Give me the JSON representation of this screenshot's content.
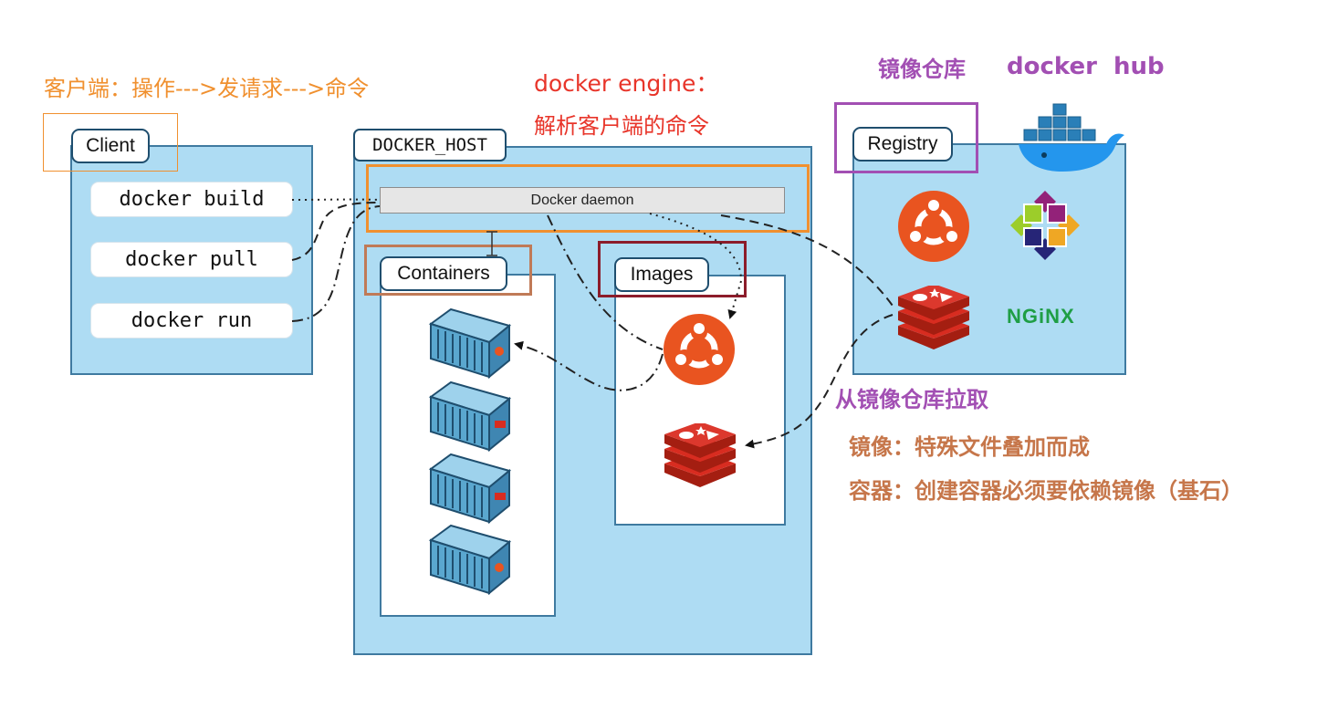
{
  "notes": {
    "client_note": "客户端：操作--->发请求--->命令",
    "engine_title": "docker engine：",
    "engine_desc": "解析客户端的命令",
    "registry_note": "镜像仓库",
    "docker_hub": "docker  hub",
    "images_note": "镜像",
    "containers_note": "容器",
    "pull_note": "从镜像仓库拉取",
    "image_def": "镜像：特殊文件叠加而成",
    "container_def": "容器：创建容器必须要依赖镜像（基石）"
  },
  "client": {
    "label": "Client",
    "commands": [
      "docker build",
      "docker pull",
      "docker run"
    ]
  },
  "host": {
    "label": "DOCKER_HOST",
    "daemon": "Docker daemon",
    "containers_label": "Containers",
    "images_label": "Images"
  },
  "registry": {
    "label": "Registry",
    "nginx": "NGiNX"
  },
  "icons": [
    "docker-whale-icon",
    "ubuntu-icon",
    "centos-icon",
    "redis-icon",
    "nginx-logo",
    "container-icon"
  ],
  "colors": {
    "panel_fill": "#aedcf3",
    "panel_border": "#3f7aa0",
    "orange": "#f0902f",
    "red": "#e8352a",
    "purple": "#a24fb3",
    "brown": "#c6764a",
    "dark_red": "#8c1c2a",
    "ubuntu_orange": "#e95420",
    "redis_red": "#d82c20",
    "docker_blue": "#2496ed"
  }
}
